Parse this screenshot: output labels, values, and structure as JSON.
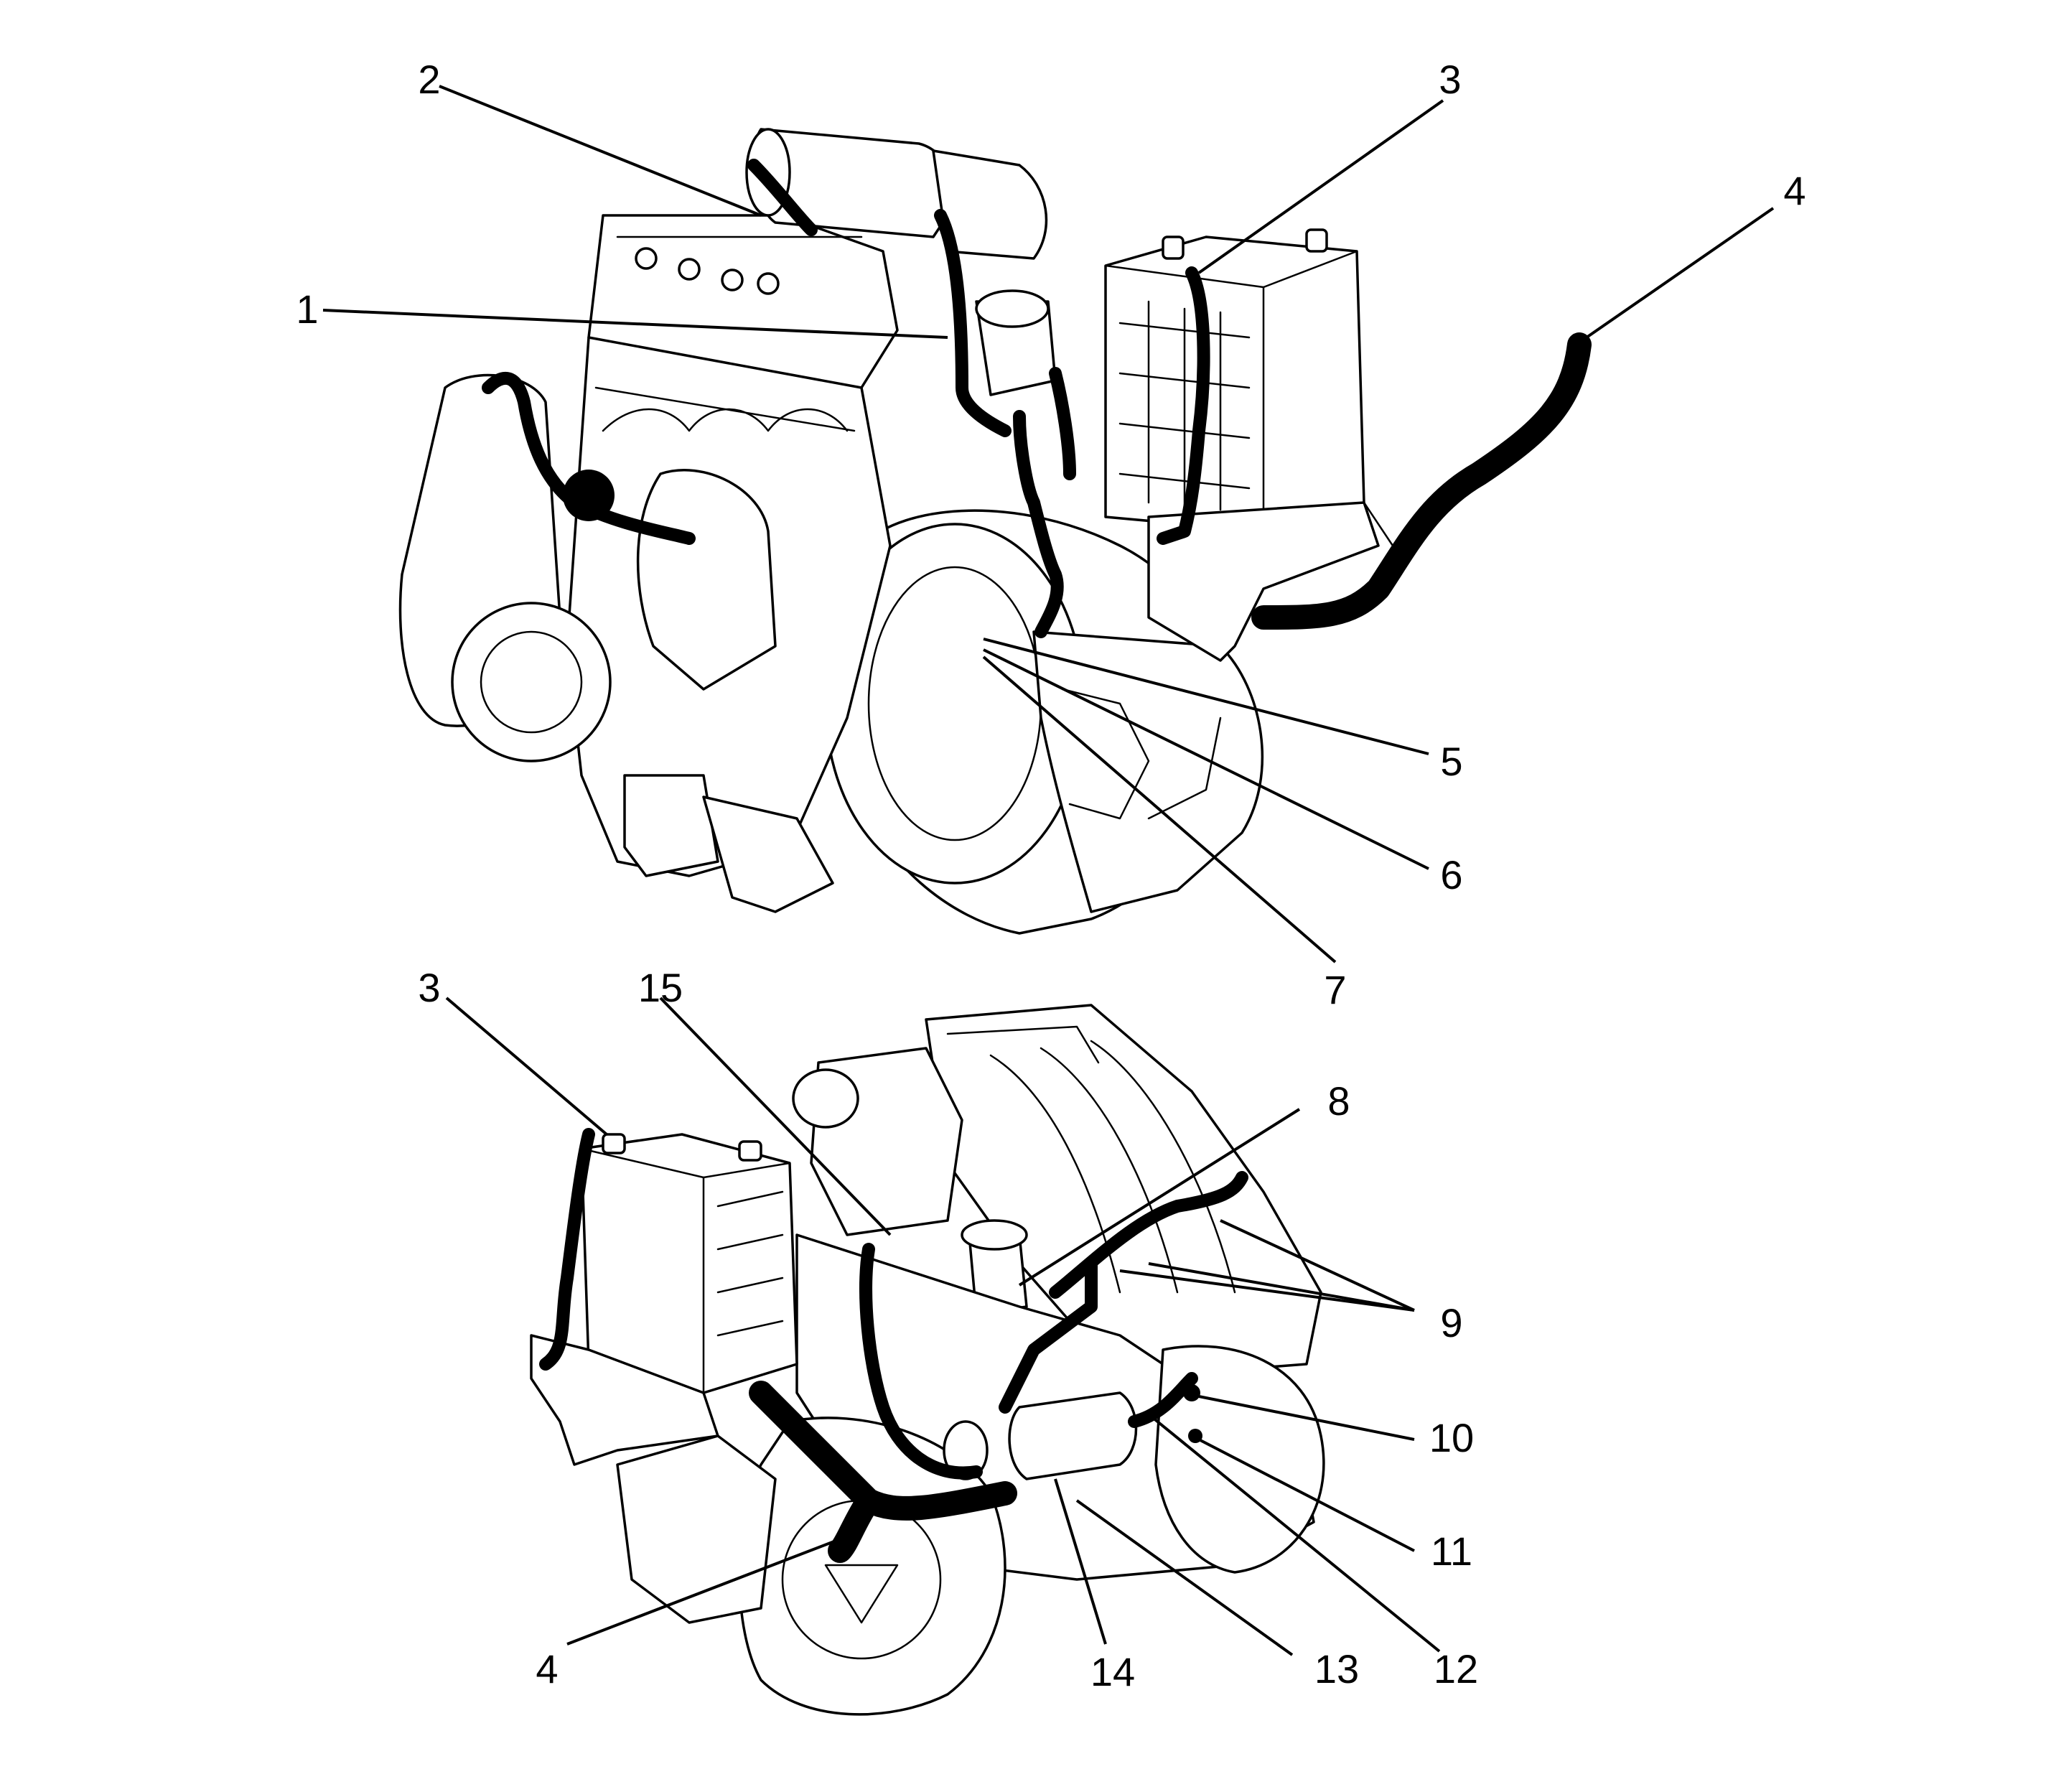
{
  "figure": {
    "views": [
      "upper",
      "lower"
    ]
  },
  "callouts": {
    "upper": [
      {
        "label": "1"
      },
      {
        "label": "2"
      },
      {
        "label": "3"
      },
      {
        "label": "4"
      },
      {
        "label": "5"
      },
      {
        "label": "6"
      },
      {
        "label": "7"
      }
    ],
    "lower": [
      {
        "label": "3"
      },
      {
        "label": "15"
      },
      {
        "label": "8"
      },
      {
        "label": "9"
      },
      {
        "label": "10"
      },
      {
        "label": "11"
      },
      {
        "label": "12"
      },
      {
        "label": "13"
      },
      {
        "label": "14"
      },
      {
        "label": "4"
      }
    ]
  },
  "colors": {
    "line": "#000000",
    "background": "#ffffff"
  }
}
